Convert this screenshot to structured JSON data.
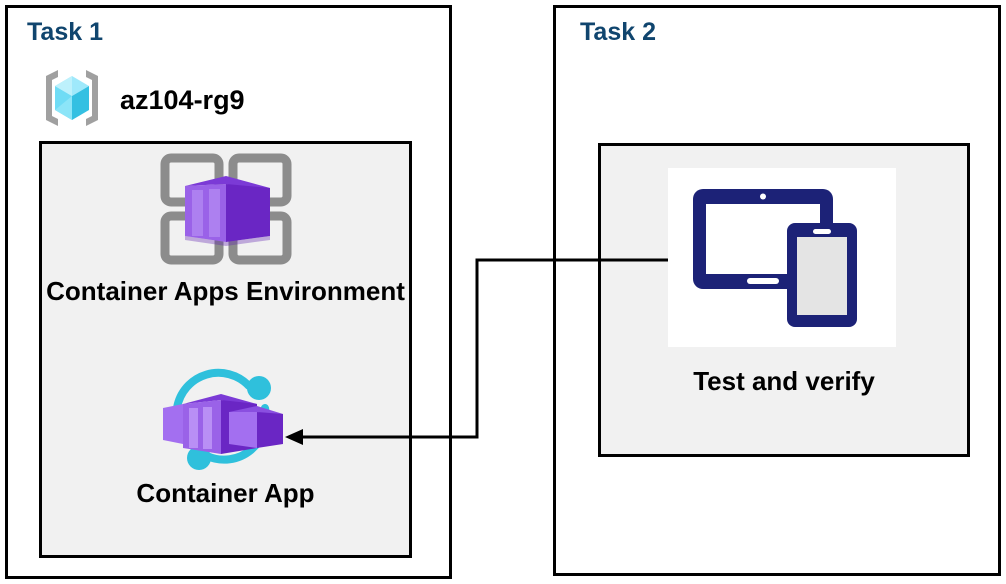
{
  "diagram": {
    "title_color": "#10456e",
    "background": "#ffffff",
    "panel_border_color": "#000000",
    "inner_box_fill": "#f1f1f1"
  },
  "task1": {
    "title": "Task 1",
    "resource_group": {
      "name": "az104-rg9",
      "icon": "resource-group-icon",
      "icon_colors": {
        "bracket": "#a0a0a0",
        "cube_light": "#9fe9fb",
        "cube_mid": "#32c5e8",
        "cube_dark": "#27a5c8"
      }
    },
    "items": [
      {
        "label": "Container Apps Environment",
        "icon": "container-apps-environment-icon",
        "icon_colors": {
          "frame": "#8c8c8c",
          "box_light": "#9a62e8",
          "box_dark": "#6a26c4"
        }
      },
      {
        "label": "Container App",
        "icon": "container-app-icon",
        "icon_colors": {
          "box_light": "#a36ff0",
          "box_dark": "#6a26c4",
          "accent": "#2fc0dc"
        }
      }
    ]
  },
  "task2": {
    "title": "Task 2",
    "items": [
      {
        "label": "Test and verify",
        "icon": "devices-test-icon",
        "icon_colors": {
          "device": "#1c2277",
          "phone_screen": "#e4e4e4",
          "tablet_screen": "#ffffff"
        }
      }
    ]
  },
  "connector": {
    "from": "Test and verify",
    "to": "Container App",
    "style": "elbow-arrow",
    "color": "#000000",
    "arrowhead": "left"
  }
}
